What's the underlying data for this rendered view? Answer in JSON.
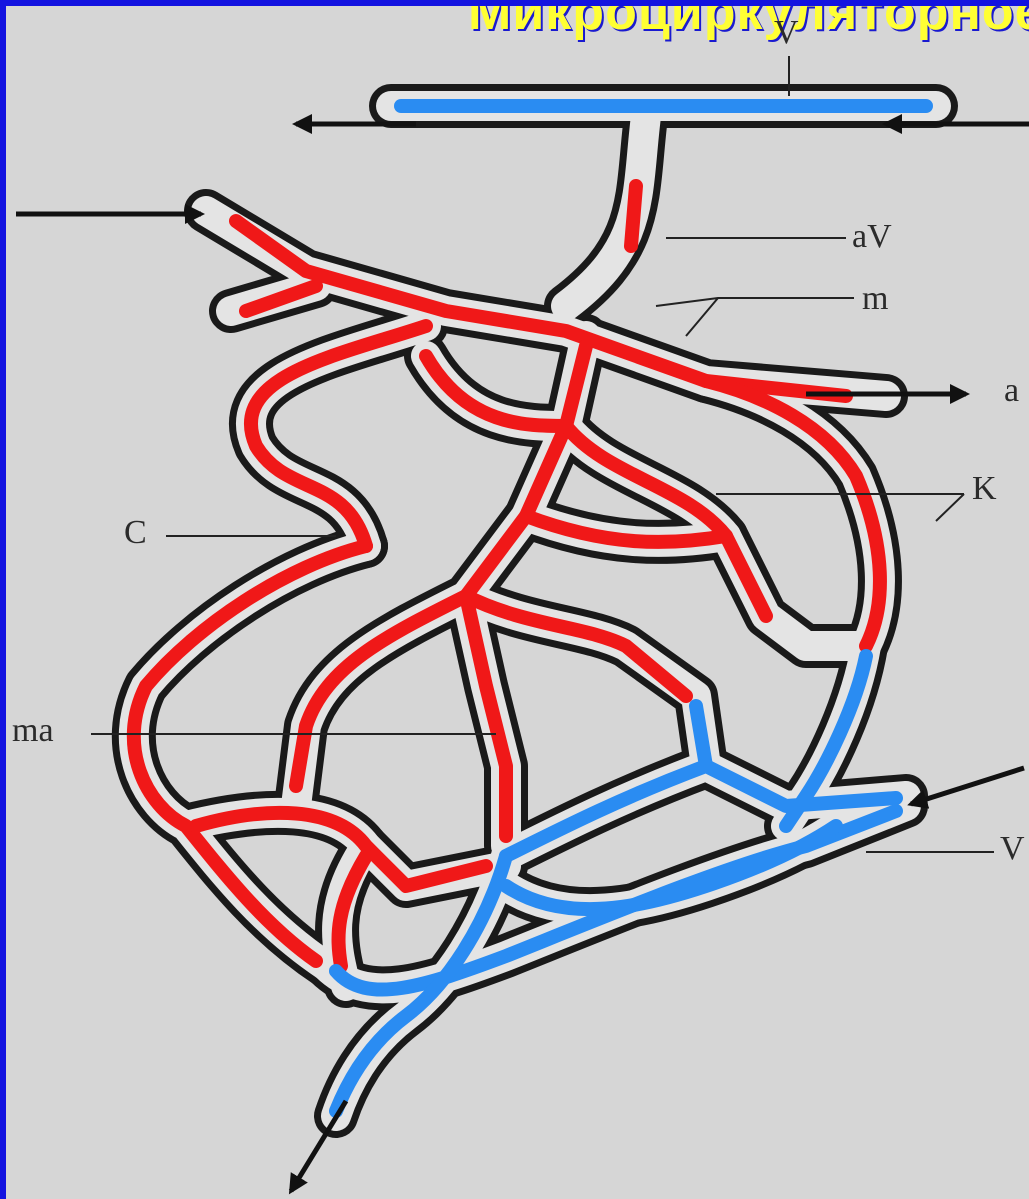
{
  "slide": {
    "title": "Микроциркуляторное"
  },
  "labels": {
    "v_top": "V",
    "av": "aV",
    "m": "m",
    "a": "a",
    "k": "K",
    "c": "C",
    "ma": "ma",
    "v_bottom": "V"
  },
  "colors": {
    "background": "#d6d6d6",
    "frame": "#1313e0",
    "arterial": "#f01818",
    "venous": "#2a8cf2",
    "title": "#ffff33"
  }
}
